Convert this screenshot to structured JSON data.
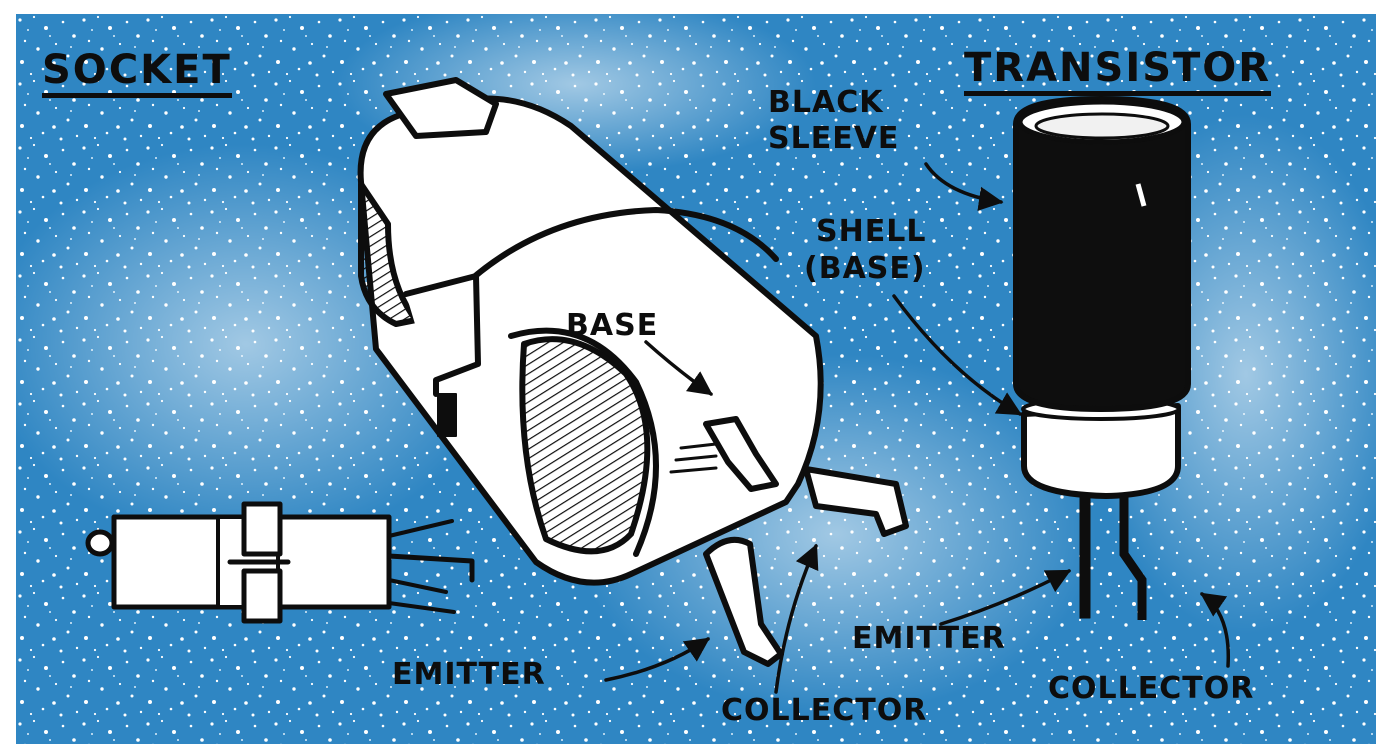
{
  "colors": {
    "background_blue": "#2f86c3",
    "speckle": "#ffffff",
    "ink": "#0d0d0d",
    "part_fill": "#ffffff",
    "sleeve": "#0e0e0e"
  },
  "labels": {
    "socket_heading": "SOCKET",
    "transistor_heading": "TRANSISTOR",
    "black_sleeve_1": "BLACK",
    "black_sleeve_2": "SLEEVE",
    "shell_1": "SHELL",
    "shell_2": "(BASE)",
    "socket_base": "BASE",
    "socket_emitter": "EMITTER",
    "socket_collector": "COLLECTOR",
    "transistor_emitter": "EMITTER",
    "transistor_collector": "COLLECTOR"
  }
}
